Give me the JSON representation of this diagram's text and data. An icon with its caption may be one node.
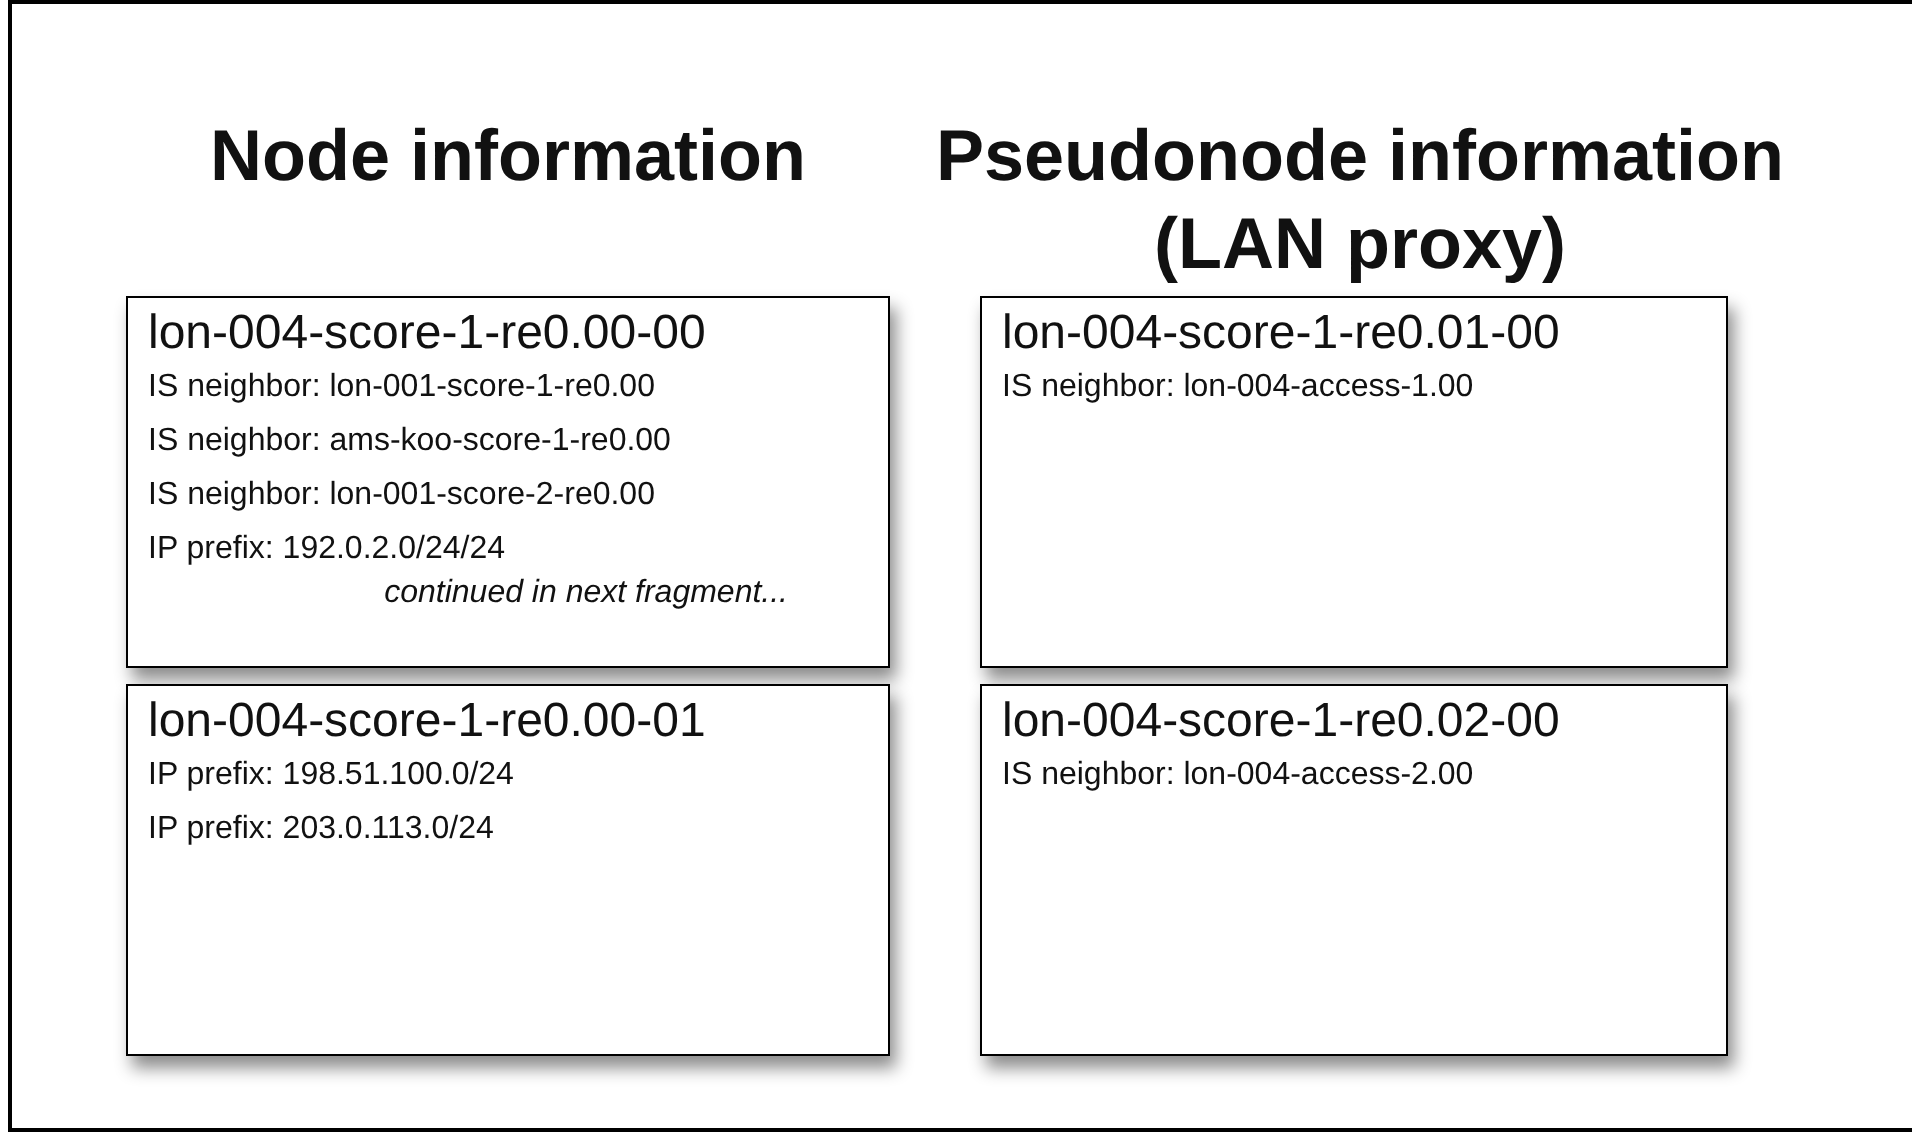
{
  "diagram": {
    "nodes": [
      {
        "text": [
          "lon-004-score-1-re0.00-00",
          "IS neighbor: lon-001-score-1-re0.00",
          "IS neighbor: ams-koo-score-1-re0.00",
          "IS neighbor: lon-001-score-2-re0.00",
          "IP prefix: 192.0.2.0/24/24",
          "continued in next fragment..."
        ]
      },
      {
        "text": [
          "lon-004-score-1-re0.01-00",
          "IS neighbor: lon-004-access-1.00"
        ]
      },
      {
        "text": [
          "lon-004-score-1-re0.00-01",
          "IP prefix: 198.51.100.0/24",
          "IP prefix: 203.0.113.0/24"
        ]
      },
      {
        "text": [
          "lon-004-score-1-re0.02-00",
          "IS neighbor: lon-004-access-2.00"
        ]
      }
    ],
    "edges": [],
    "labels": [
      "Node information",
      "Pseudonode information (LAN proxy)"
    ]
  }
}
